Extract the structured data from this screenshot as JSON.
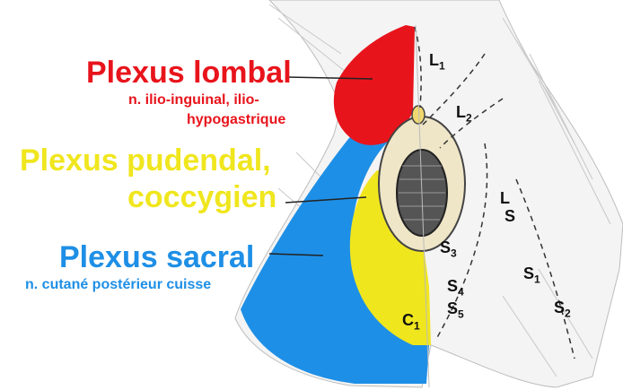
{
  "labels": {
    "lombal": {
      "title": "Plexus lombal",
      "sub_line1": "n. ilio-inguinal, ilio-",
      "sub_line2": "hypogastrique",
      "color": "#e8141c"
    },
    "pudendal": {
      "line1": "Plexus pudendal,",
      "line2": "coccygien",
      "color": "#f0e61e"
    },
    "sacral": {
      "title": "Plexus sacral",
      "sub": "n. cutané postérieur cuisse",
      "color": "#1e8fe6"
    }
  },
  "segments": [
    {
      "id": "L1",
      "main": "L",
      "sub": "1"
    },
    {
      "id": "L2",
      "main": "L",
      "sub": "2"
    },
    {
      "id": "LS",
      "main": "L",
      "sub": "",
      "second": "S"
    },
    {
      "id": "S1",
      "main": "S",
      "sub": "1"
    },
    {
      "id": "S2",
      "main": "S",
      "sub": "2"
    },
    {
      "id": "S3",
      "main": "S",
      "sub": "3"
    },
    {
      "id": "S4",
      "main": "S",
      "sub": "4"
    },
    {
      "id": "S5",
      "main": "S",
      "sub": "5"
    },
    {
      "id": "C1",
      "main": "C",
      "sub": "1"
    }
  ],
  "colors": {
    "red": "#e8141c",
    "yellow": "#f0e61e",
    "blue": "#1e8fe6",
    "line": "#222222",
    "sketch": "#9a9a9a"
  }
}
